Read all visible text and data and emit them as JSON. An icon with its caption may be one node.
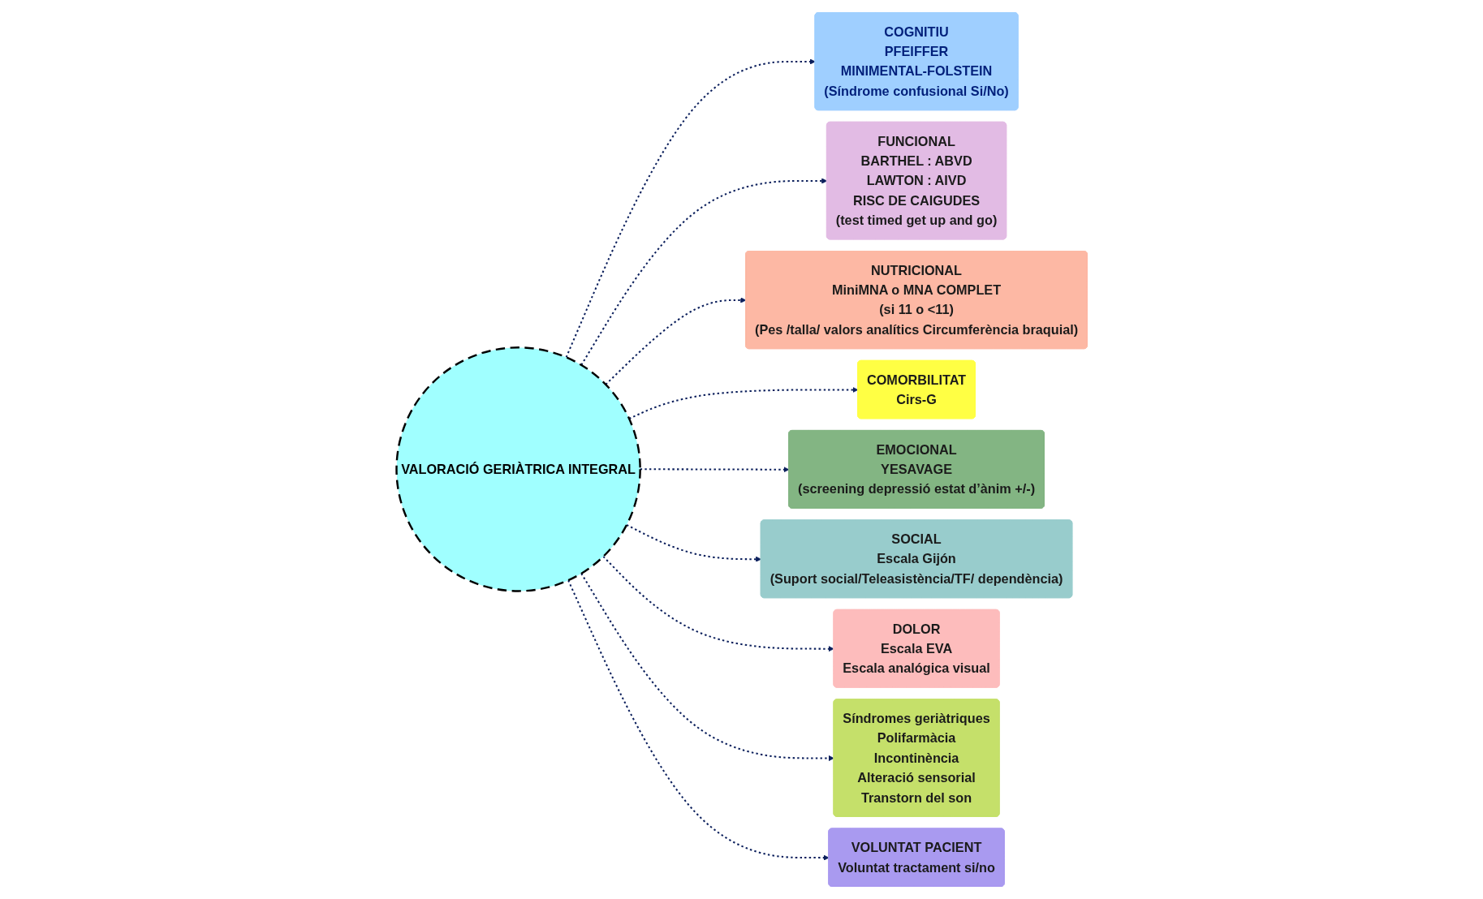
{
  "diagram": {
    "nodes": [
      {
        "text": [
          "COGNITIU",
          "PFEIFFER",
          "MINIMENTAL-FOLSTEIN",
          "(Síndrome confusional Si/No)"
        ]
      },
      {
        "text": [
          "FUNCIONAL",
          "BARTHEL : ABVD",
          "LAWTON : AIVD",
          "RISC DE CAIGUDES",
          "(test timed get up and go)"
        ]
      },
      {
        "text": [
          "NUTRICIONAL",
          "MiniMNA o MNA COMPLET",
          "(si 11 o <11)",
          "(Pes /talla/ valors analítics Circumferència braquial)"
        ]
      },
      {
        "text": [
          "COMORBILITAT",
          "Cirs-G"
        ]
      },
      {
        "text": [
          "EMOCIONAL",
          "YESAVAGE",
          "(screening depressió estat d’ànim +/-)"
        ]
      },
      {
        "text": [
          "VALORACIÓ GERIÀTRICA INTEGRAL"
        ]
      },
      {
        "text": [
          "SOCIAL",
          "Escala Gijón",
          "(Suport social/Teleasistència/TF/ dependència)"
        ]
      },
      {
        "text": [
          "DOLOR",
          "Escala EVA",
          "Escala analógica visual"
        ]
      },
      {
        "text": [
          "Síndromes geriàtriques",
          "Polifarmàcia",
          "Incontinència",
          "Alteració sensorial",
          "Transtorn del son"
        ]
      },
      {
        "text": [
          "VOLUNTAT PACIENT",
          "Voluntat tractament si/no"
        ]
      }
    ],
    "edges": [
      {
        "from": 5,
        "to": 0,
        "arrow": "to",
        "style": "dashed"
      },
      {
        "from": 5,
        "to": 1,
        "arrow": "to",
        "style": "dashed"
      },
      {
        "from": 5,
        "to": 2,
        "arrow": "to",
        "style": "dashed"
      },
      {
        "from": 5,
        "to": 3,
        "arrow": "to",
        "style": "dashed"
      },
      {
        "from": 5,
        "to": 4,
        "arrow": "to",
        "style": "dashed"
      },
      {
        "from": 5,
        "to": 6,
        "arrow": "to",
        "style": "dashed"
      },
      {
        "from": 5,
        "to": 7,
        "arrow": "to",
        "style": "dashed"
      },
      {
        "from": 5,
        "to": 8,
        "arrow": "to",
        "style": "dashed"
      },
      {
        "from": 5,
        "to": 9,
        "arrow": "to",
        "style": "dashed"
      }
    ]
  }
}
